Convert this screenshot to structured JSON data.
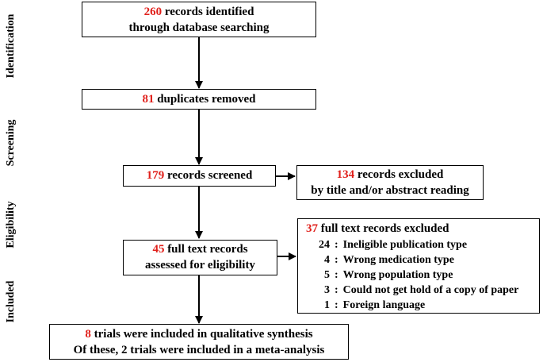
{
  "stages": [
    "Identification",
    "Screening",
    "Eligibility",
    "Included"
  ],
  "identified": {
    "count": "260",
    "line1": " records identified",
    "line2": "through database searching"
  },
  "duplicates": {
    "count": "81",
    "text": " duplicates removed"
  },
  "screened": {
    "count": "179",
    "text": " records screened"
  },
  "excluded_abstract": {
    "count": "134",
    "line1": " records excluded",
    "line2": "by title and/or abstract reading"
  },
  "full_text": {
    "count": "45",
    "line1": " full text records",
    "line2": "assessed for eligibility"
  },
  "full_text_excluded": {
    "count": "37",
    "text": " full text records excluded",
    "reasons": [
      {
        "n": "24",
        "label": "Ineligible publication type"
      },
      {
        "n": "4",
        "label": "Wrong medication type"
      },
      {
        "n": "5",
        "label": "Wrong population type"
      },
      {
        "n": "3",
        "label": "Could not get hold of a copy of paper"
      },
      {
        "n": "1",
        "label": "Foreign language"
      }
    ]
  },
  "included": {
    "count": "8",
    "line1": " trials were included in qualitative synthesis",
    "line2": "Of these, 2 trials were included in a meta-analysis"
  },
  "colors": {
    "count_highlight": "#e0201b",
    "lines": "#000000"
  }
}
